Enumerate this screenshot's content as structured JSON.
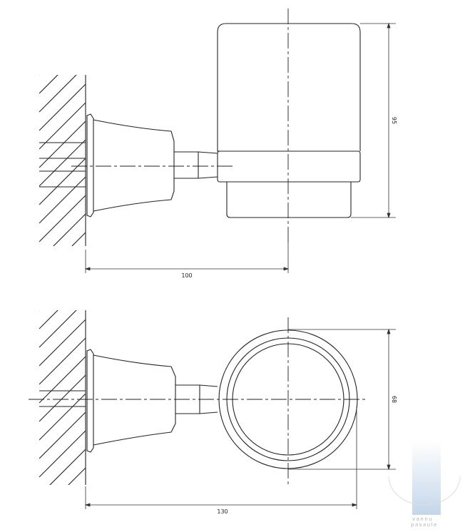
{
  "drawing": {
    "side_view": {
      "width_dim": "100",
      "height_dim": "95"
    },
    "top_view": {
      "depth_dim": "130",
      "diameter_dim": "68"
    }
  },
  "watermark": {
    "line1": "vannu",
    "line2": "pasaule"
  },
  "colors": {
    "line": "#222222",
    "watermark": "#c9d9ea"
  }
}
